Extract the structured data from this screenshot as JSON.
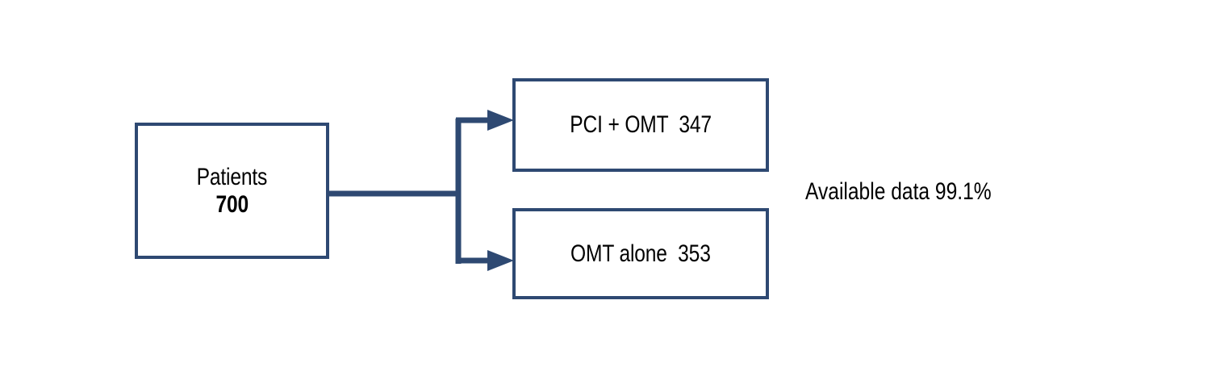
{
  "diagram": {
    "type": "flowchart",
    "title_text": "",
    "colors": {
      "stroke": "#2E4972",
      "text": "#000000",
      "background": "#FFFFFF"
    },
    "nodes": {
      "patients": {
        "label": "Patients",
        "count": "700"
      },
      "pci_omt": {
        "label": "PCI + OMT  347"
      },
      "omt_alone": {
        "label": "OMT alone  353"
      }
    },
    "annotation": {
      "text": "Available data 99.1%"
    },
    "connectors": [
      {
        "name": "patients-to-split",
        "from": "patients",
        "to": "split-junction"
      },
      {
        "name": "split-to-pci-omt",
        "from": "split-junction",
        "to": "pci_omt",
        "arrow": "right"
      },
      {
        "name": "split-to-omt-alone",
        "from": "split-junction",
        "to": "omt_alone",
        "arrow": "right"
      }
    ]
  }
}
